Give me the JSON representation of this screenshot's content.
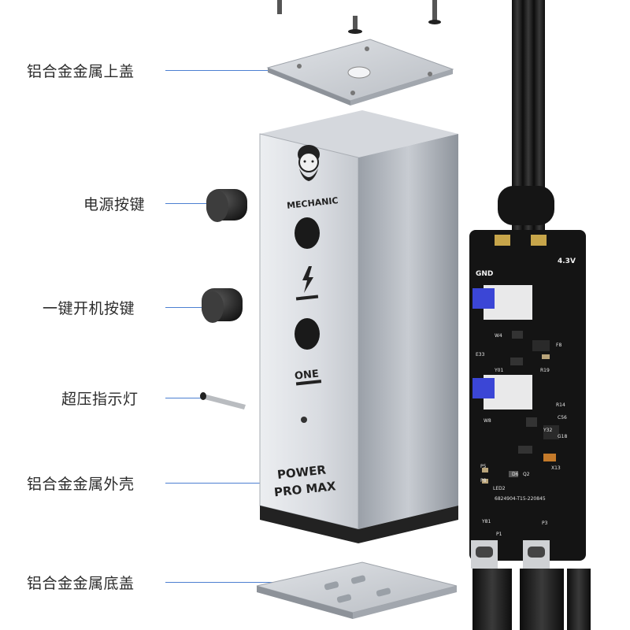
{
  "labels": {
    "top_cover": "铝合金金属上盖",
    "power_button": "电源按键",
    "one_key_button": "一键开机按键",
    "overvoltage_indicator": "超压指示灯",
    "shell": "铝合金金属外壳",
    "bottom_cover": "铝合金金属底盖"
  },
  "device": {
    "brand": "MECHANIC",
    "model_line1": "POWER",
    "model_line2": "PRO MAX",
    "one_mark": "ONE"
  },
  "pcb": {
    "gnd": "GND",
    "voltage": "4.3V",
    "serial": "6824904-T15-220845",
    "refs": [
      "W4",
      "F8",
      "E33",
      "Y01",
      "R19",
      "W8",
      "R14",
      "C56",
      "G18",
      "Y32",
      "P5",
      "P8",
      "LED2",
      "D6",
      "Q2",
      "X13",
      "Y81",
      "P1",
      "P3"
    ]
  },
  "colors": {
    "leader_line": "#4c7fd1",
    "aluminum": "#c9ccd1",
    "pcb": "#141414",
    "switch": "#3b46d6"
  }
}
